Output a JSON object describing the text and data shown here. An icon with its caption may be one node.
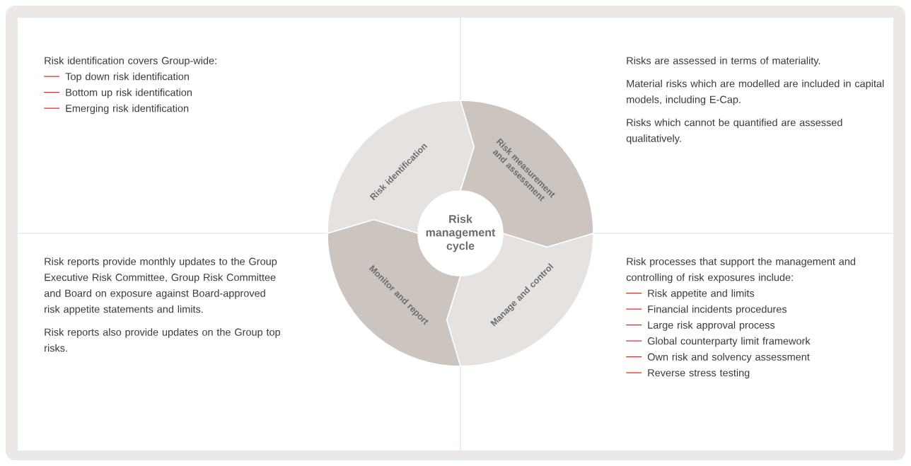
{
  "diagram": {
    "nodes": [
      {
        "text": [
          "Risk identification covers Group-wide:",
          "Top down risk identification",
          "Bottom up risk identification",
          "Emerging risk identification"
        ]
      },
      {
        "text": [
          "Risks are assessed in terms of materiality.",
          "Material risks which are modelled are included in capital models, including E-Cap.",
          "Risks which cannot be quantified are assessed qualitatively."
        ]
      },
      {
        "text": [
          "Risk reports provide monthly updates to the Group Executive Risk Committee, Group Risk Committee and Board on exposure against Board-approved risk appetite statements and limits.",
          "Risk reports also provide updates on the Group top risks."
        ]
      },
      {
        "text": [
          "Risk processes that support the management and controlling of risk exposures include:",
          "Risk appetite and limits",
          "Financial incidents procedures",
          "Large risk approval process",
          "Global counterparty limit framework",
          "Own risk and solvency assessment",
          "Reverse stress testing"
        ]
      },
      {
        "text": [
          "Risk identification"
        ]
      },
      {
        "text": [
          "Risk measurement and assessment"
        ]
      },
      {
        "text": [
          "Manage and control"
        ]
      },
      {
        "text": [
          "Monitor and report"
        ]
      },
      {
        "text": [
          "Risk management cycle"
        ]
      }
    ]
  }
}
